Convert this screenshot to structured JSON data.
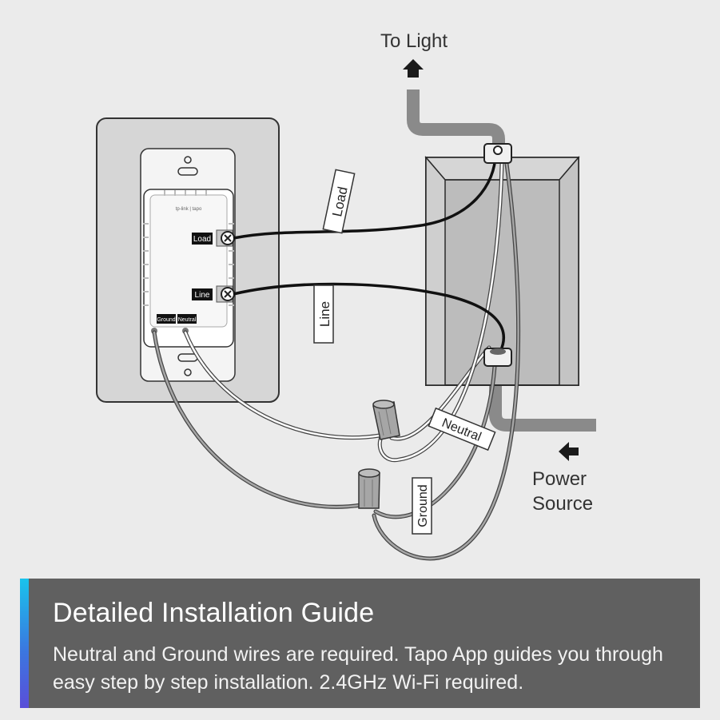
{
  "diagram": {
    "to_light_label": "To Light",
    "power_source_line1": "Power",
    "power_source_line2": "Source",
    "wire_tags": {
      "load": "Load",
      "line": "Line",
      "neutral": "Neutral",
      "ground": "Ground"
    },
    "terminal_labels": {
      "load": "Load",
      "line": "Line",
      "ground": "Ground",
      "neutral": "Neutral"
    },
    "brand": "tp-link | tapo"
  },
  "guide": {
    "title": "Detailed Installation Guide",
    "body": "Neutral and Ground wires are required. Tapo App guides you through easy step by step installation. 2.4GHz Wi-Fi required."
  },
  "colors": {
    "background": "#ebebeb",
    "banner": "#606060",
    "accent_top": "#19c3ec",
    "accent_bottom": "#5a4ed8",
    "wire_black": "#1a1a1a",
    "wire_gray": "#8c8c8c"
  }
}
